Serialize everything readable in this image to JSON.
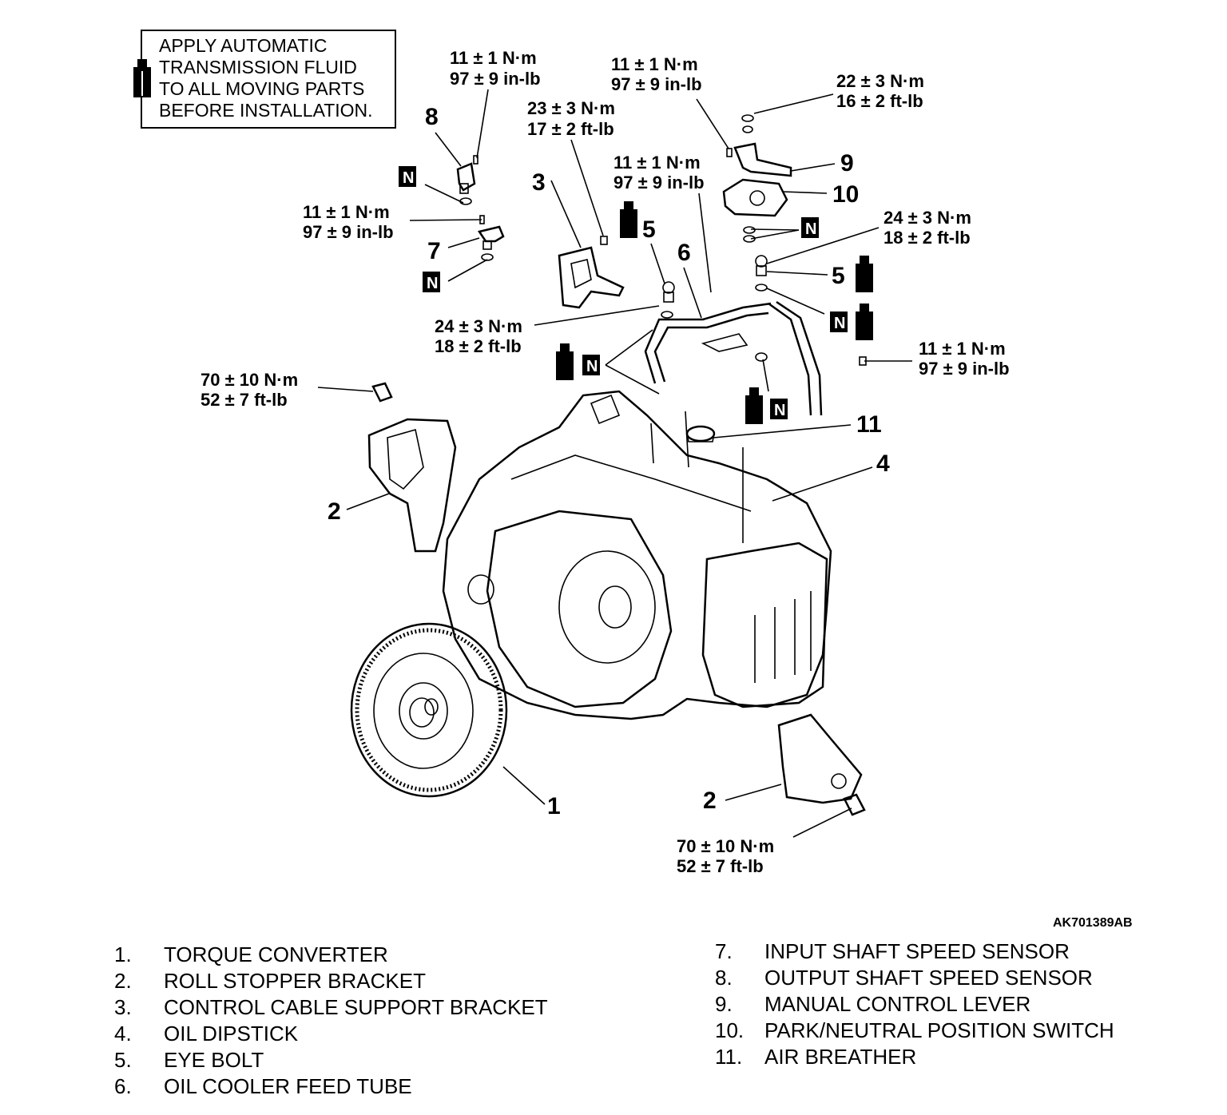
{
  "note": {
    "lines": [
      "APPLY AUTOMATIC",
      "TRANSMISSION FLUID",
      "TO ALL MOVING PARTS",
      "BEFORE INSTALLATION."
    ],
    "icon": "fluid-bottle-icon"
  },
  "torques": {
    "t_8": [
      "11 ± 1 N·m",
      "97 ± 9 in-lb"
    ],
    "t_3": [
      "23 ± 3 N·m",
      "17 ± 2 ft-lb"
    ],
    "t_top": [
      "11 ± 1 N·m",
      "97 ± 9 in-lb"
    ],
    "t_9": [
      "22 ± 3 N·m",
      "16 ± 2 ft-lb"
    ],
    "t_6": [
      "11 ± 1 N·m",
      "97 ± 9 in-lb"
    ],
    "t_5r": [
      "24 ± 3 N·m",
      "18 ± 2 ft-lb"
    ],
    "t_7": [
      "11 ± 1 N·m",
      "97 ± 9 in-lb"
    ],
    "t_5l": [
      "24 ± 3 N·m",
      "18 ± 2 ft-lb"
    ],
    "t_right": [
      "11 ± 1 N·m",
      "97 ± 9 in-lb"
    ],
    "t_2l": [
      "70 ± 10 N·m",
      "52 ± 7 ft-lb"
    ],
    "t_2r": [
      "70 ± 10 N·m",
      "52 ± 7 ft-lb"
    ]
  },
  "callouts": {
    "c1": "1",
    "c2a": "2",
    "c2b": "2",
    "c3": "3",
    "c4": "4",
    "c5a": "5",
    "c5b": "5",
    "c6": "6",
    "c7": "7",
    "c8": "8",
    "c9": "9",
    "c10": "10",
    "c11": "11"
  },
  "symbols": {
    "new_part": "N"
  },
  "figure_code": "AK701389AB",
  "legend": {
    "left": [
      {
        "n": "1.",
        "t": "TORQUE CONVERTER"
      },
      {
        "n": "2.",
        "t": "ROLL STOPPER BRACKET"
      },
      {
        "n": "3.",
        "t": "CONTROL CABLE SUPPORT BRACKET"
      },
      {
        "n": "4.",
        "t": "OIL DIPSTICK"
      },
      {
        "n": "5.",
        "t": "EYE BOLT"
      },
      {
        "n": "6.",
        "t": "OIL COOLER FEED TUBE"
      }
    ],
    "right": [
      {
        "n": "7.",
        "t": "INPUT SHAFT SPEED SENSOR"
      },
      {
        "n": "8.",
        "t": "OUTPUT SHAFT SPEED SENSOR"
      },
      {
        "n": "9.",
        "t": "MANUAL CONTROL LEVER"
      },
      {
        "n": "10.",
        "t": "PARK/NEUTRAL POSITION SWITCH"
      },
      {
        "n": "11.",
        "t": "AIR BREATHER"
      }
    ]
  }
}
